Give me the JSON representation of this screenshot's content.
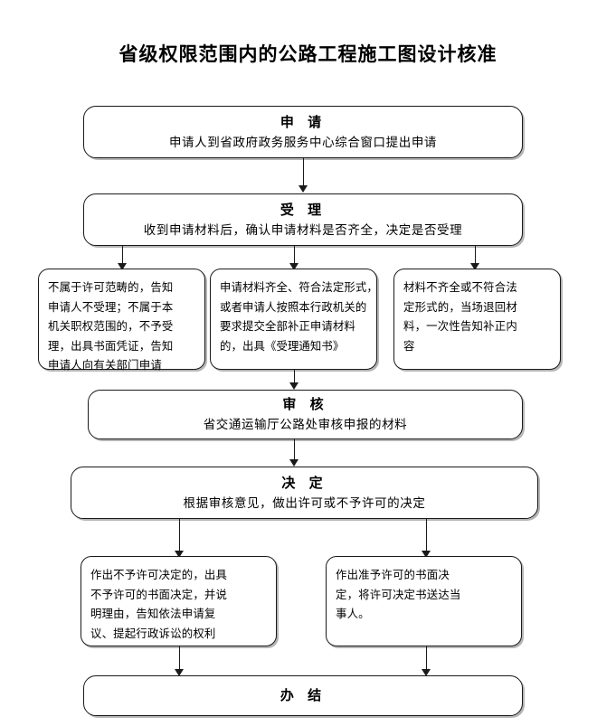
{
  "title": "省级权限范围内的公路工程施工图设计核准",
  "nodes": {
    "apply": {
      "head": "申 请",
      "lines": [
        "申请人到省政府政务服务中心综合窗口提出申请"
      ]
    },
    "accept": {
      "head": "受 理",
      "lines": [
        "收到申请材料后，确认申请材料是否齐全，决定是否受理"
      ]
    },
    "branch_left": {
      "lines": [
        "不属于许可范畴的，告知",
        "申请人不受理；不属于本",
        "机关职权范围的，不予受",
        "理，出具书面凭证，告知",
        "申请人向有关部门申请"
      ]
    },
    "branch_middle": {
      "lines": [
        "申请材料齐全、符合法定形式，",
        "或者申请人按照本行政机关的",
        "要求提交全部补正申请材料",
        "的，出具《受理通知书》"
      ]
    },
    "branch_right": {
      "lines": [
        "材料不齐全或不符合法",
        "定形式的，当场退回材",
        "料，一次性告知补正内",
        "容"
      ]
    },
    "review": {
      "head": "审 核",
      "lines": [
        "省交通运输厅公路处审核申报的材料"
      ]
    },
    "decide": {
      "head": "决 定",
      "lines": [
        "根据审核意见，做出许可或不予许可的决定"
      ]
    },
    "reject": {
      "lines": [
        "作出不予许可决定的，出具",
        "不予许可的书面决定，并说",
        "明理由，告知依法申请复",
        "议、提起行政诉讼的权利"
      ]
    },
    "approve": {
      "lines": [
        "作出准予许可的书面决",
        "定，将许可决定书送达当",
        "事人。"
      ]
    },
    "finish": {
      "head": "办 结",
      "lines": []
    }
  },
  "colors": {
    "border": "#1a1a1a",
    "background": "#ffffff",
    "text": "#000000",
    "shadow": "#787878"
  }
}
